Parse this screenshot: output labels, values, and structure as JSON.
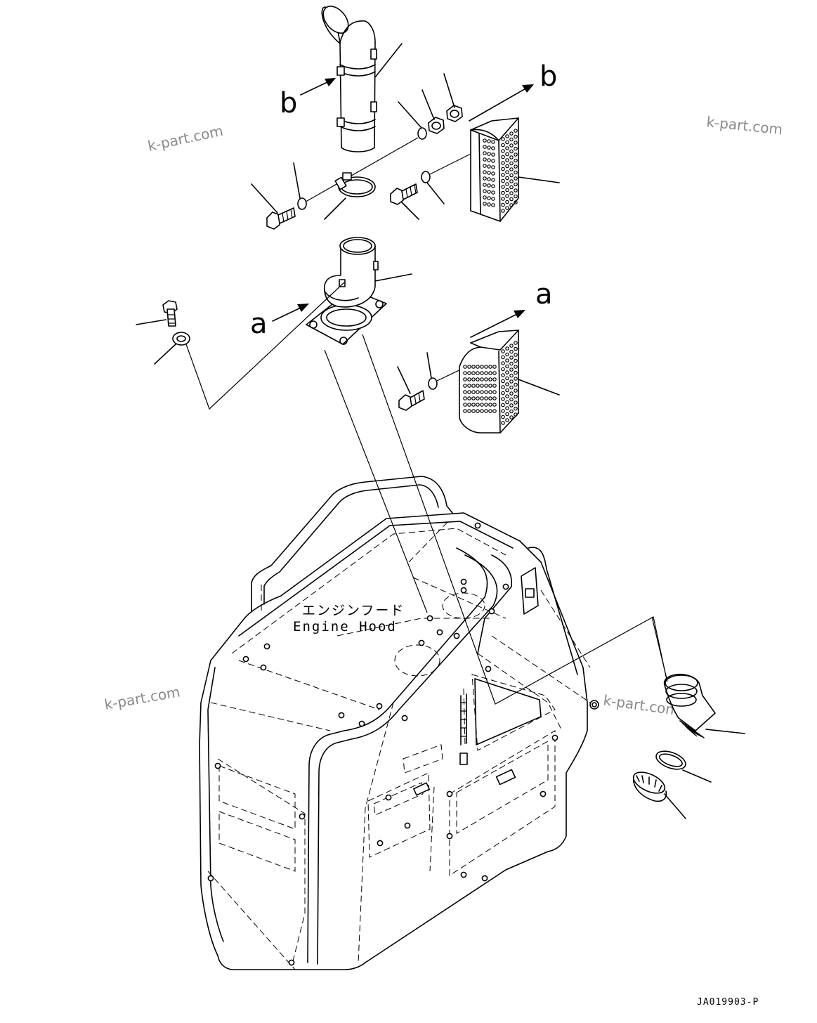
{
  "labels": {
    "view_b": "b",
    "view_a": "a",
    "hood_jp": "エンジンフード",
    "hood_en": "Engine Hood"
  },
  "watermark": "k-part.com",
  "drawing_code": "JA019903-P"
}
